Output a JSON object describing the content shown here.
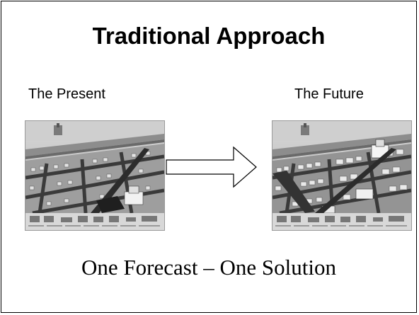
{
  "slide": {
    "title": "Traditional Approach",
    "left_label": "The Present",
    "right_label": "The Future",
    "tagline": "One Forecast – One Solution"
  },
  "images": {
    "present": "city-scene-present",
    "future": "city-scene-future"
  },
  "arrow": "right-arrow-icon"
}
